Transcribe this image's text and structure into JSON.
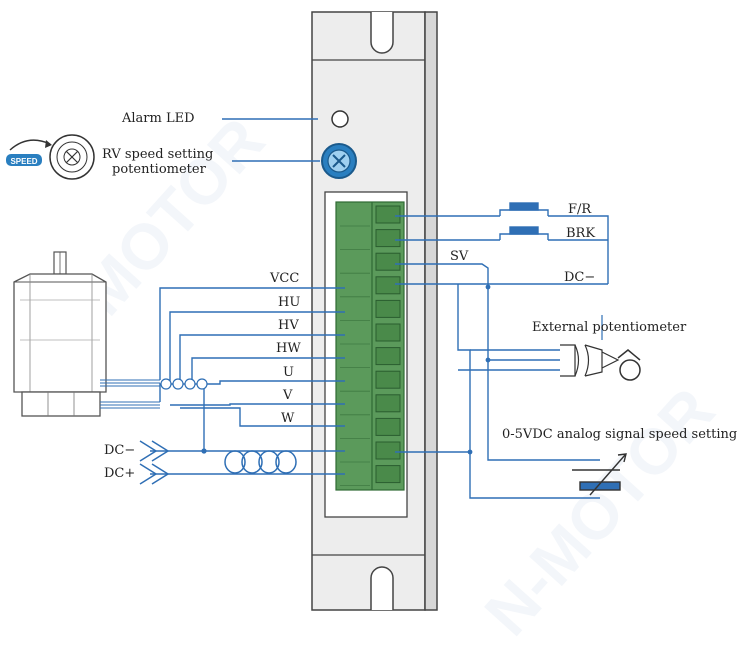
{
  "labels": {
    "alarm_led": "Alarm LED",
    "rv_line1": "RV speed setting",
    "rv_line2": "potentiometer",
    "speed_icon": "SPEED",
    "vcc": "VCC",
    "hu": "HU",
    "hv": "HV",
    "hw": "HW",
    "u": "U",
    "v": "V",
    "w": "W",
    "dc_minus_in": "DC−",
    "dc_plus_in": "DC+",
    "fr": "F/R",
    "brk": "BRK",
    "sv": "SV",
    "dc_minus_out": "DC−",
    "ext_pot": "External potentiometer",
    "analog": "0-5VDC analog signal speed setting"
  },
  "watermark": "N-MOTOR",
  "colors": {
    "wire": "#2f6fb5",
    "terminal_green": "#5b9a5b",
    "terminal_dark": "#2f6a34",
    "driver_body": "#ececec",
    "knob_blue": "#2a7fc0",
    "outline": "#444444"
  }
}
